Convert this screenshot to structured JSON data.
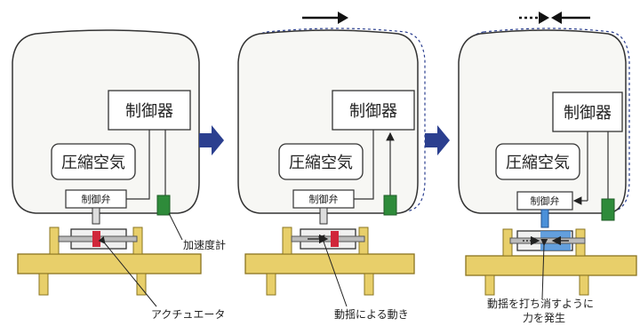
{
  "panels": [
    {
      "controller": "制御器",
      "air": "圧縮空気",
      "valve": "制御弁",
      "labels": {
        "accel": "加速度計",
        "actuator": "アクチュエータ"
      }
    },
    {
      "controller": "制御器",
      "air": "圧縮空気",
      "valve": "制御弁",
      "labels": {
        "motion": "動揺による動き"
      }
    },
    {
      "controller": "制御器",
      "air": "圧縮空気",
      "valve": "制御弁",
      "labels": {
        "counter_line1": "動揺を打ち消すように",
        "counter_line2": "力を発生"
      }
    }
  ],
  "colors": {
    "car_fill": "#f7f7f4",
    "outline": "#333333",
    "beam": "#e8cf6a",
    "beam_edge": "#8a7420",
    "accelerometer": "#2e8b3a",
    "flow_arrow": "#2b3f8f",
    "actuator_red": "#d0263a",
    "actuator_blue": "#2f6fd1"
  }
}
